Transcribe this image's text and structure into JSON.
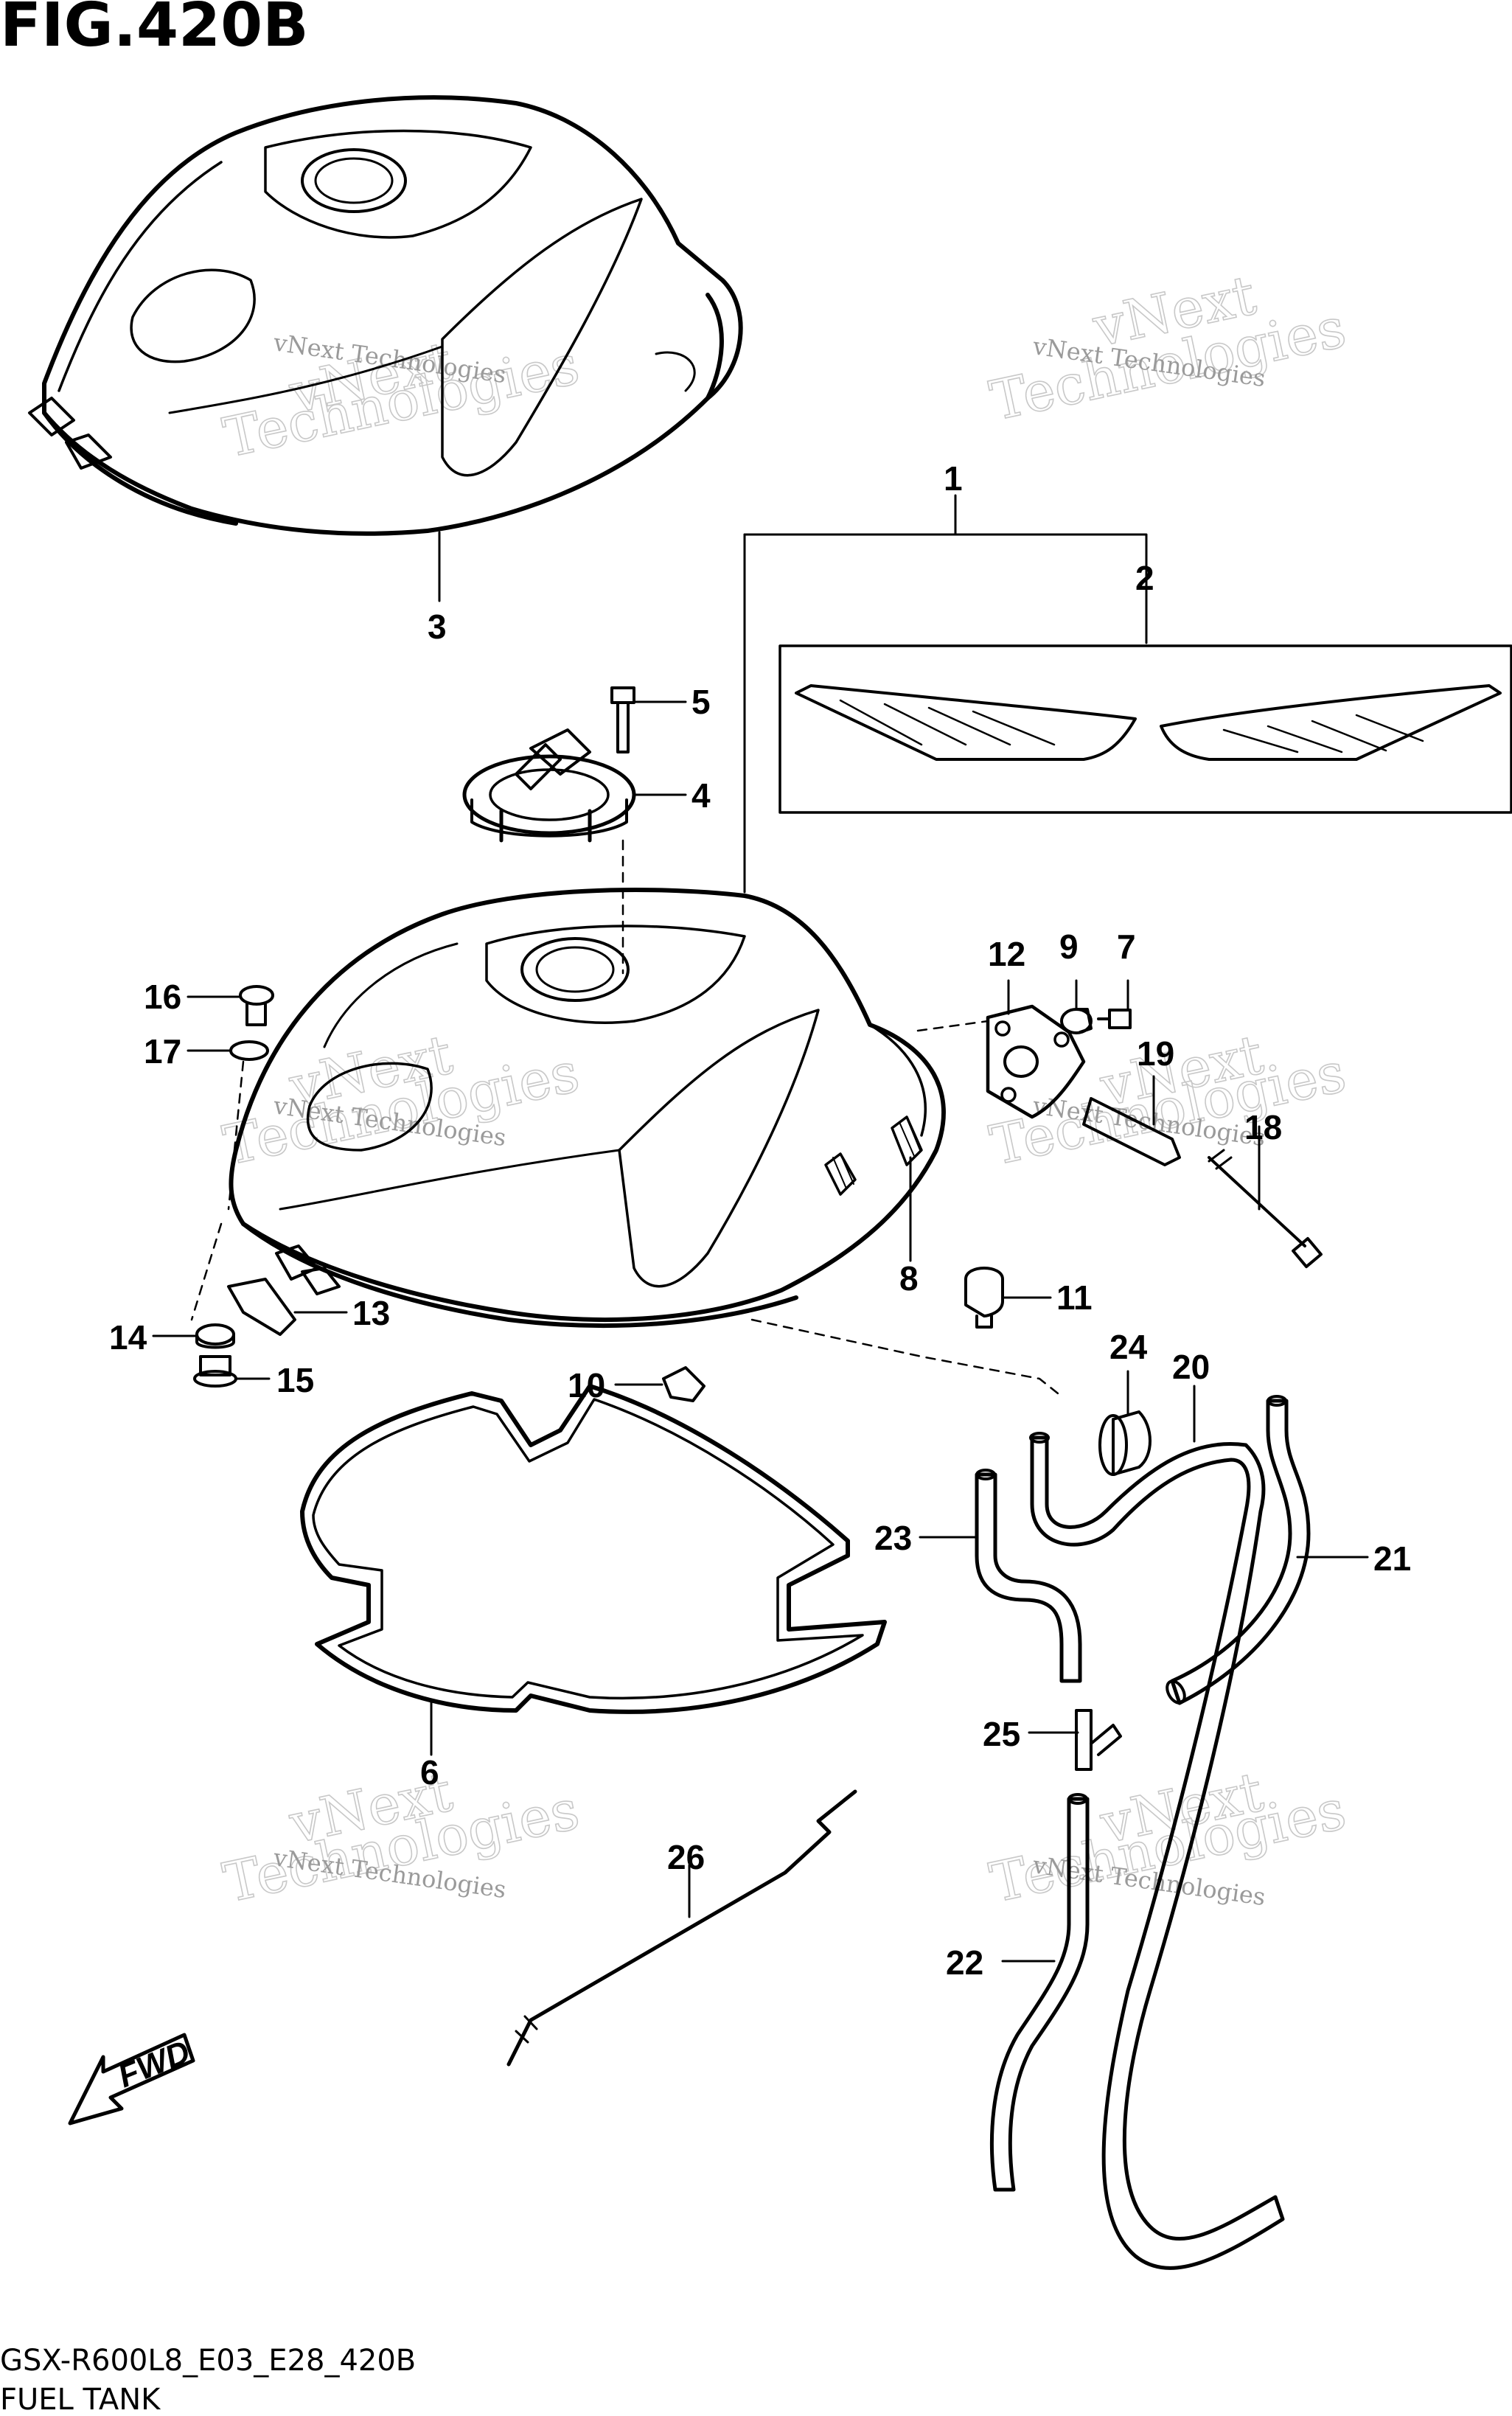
{
  "figure": {
    "title": "FIG.420B",
    "model_code": "GSX-R600L8_E03_E28_420B",
    "name": "FUEL TANK"
  },
  "fwd_label": "FWD",
  "watermark": {
    "line1": "vNext Technologies",
    "line2": "vNext",
    "line3": "Technologies"
  },
  "callouts": [
    "1",
    "2",
    "3",
    "4",
    "5",
    "6",
    "7",
    "8",
    "9",
    "10",
    "11",
    "12",
    "13",
    "14",
    "15",
    "16",
    "17",
    "18",
    "19",
    "20",
    "21",
    "22",
    "23",
    "24",
    "25",
    "26"
  ]
}
